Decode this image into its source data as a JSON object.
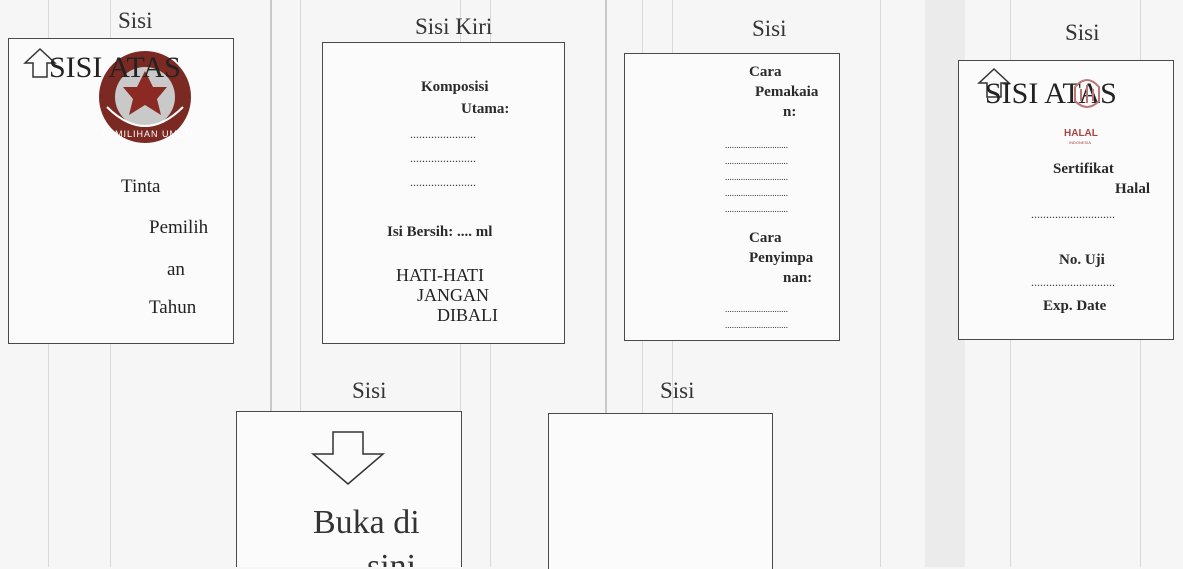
{
  "labels": {
    "l1": "Sisi",
    "l2": "Sisi Kiri",
    "l3": "Sisi",
    "l4": "Sisi",
    "l5": "Sisi",
    "l6": "Sisi"
  },
  "box1": {
    "title": "SISI ATAS",
    "lines": [
      "Tinta",
      "Pemilih",
      "an",
      "Tahun"
    ],
    "logo_text": "PEMILIHAN UMUM"
  },
  "box2": {
    "komposisi_1": "Komposisi",
    "komposisi_2": "Utama:",
    "dots": "......................",
    "isi_bersih": "Isi Bersih: .... ml",
    "warn_1": "HATI-HATI",
    "warn_2": "JANGAN",
    "warn_3": "DIBALI"
  },
  "box3": {
    "cara_1": "Cara",
    "cara_2": "Pemakaia",
    "cara_3": "n:",
    "dots": "............................",
    "simpan_1": "Cara",
    "simpan_2": "Penyimpa",
    "simpan_3": "nan:"
  },
  "box4": {
    "title": "SISI ATAS",
    "halal": "HALAL",
    "halal_sub": "INDONESIA",
    "sertifikat_1": "Sertifikat",
    "sertifikat_2": "Halal",
    "dots": "............................",
    "no_uji": "No. Uji",
    "exp_date": "Exp. Date"
  },
  "box5": {
    "line_1": "Buka di",
    "line_2": "sini"
  }
}
